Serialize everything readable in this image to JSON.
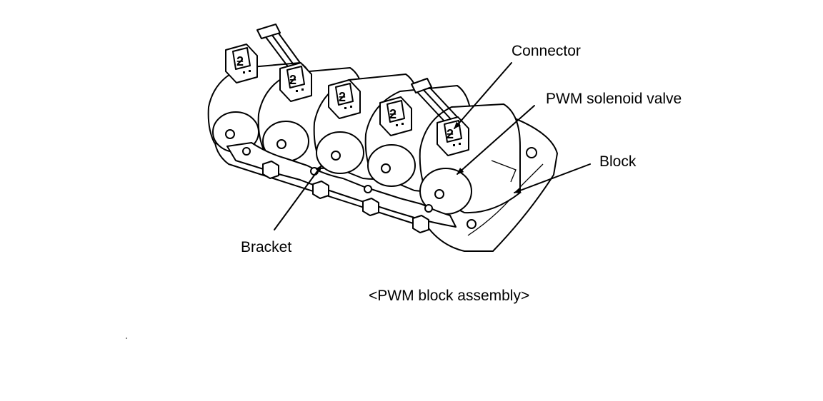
{
  "labels": {
    "connector": "Connector",
    "pwm_solenoid_valve": "PWM solenoid valve",
    "block": "Block",
    "bracket": "Bracket"
  },
  "caption": "<PWM block assembly>",
  "colors": {
    "line": "#000000",
    "background": "#ffffff"
  }
}
